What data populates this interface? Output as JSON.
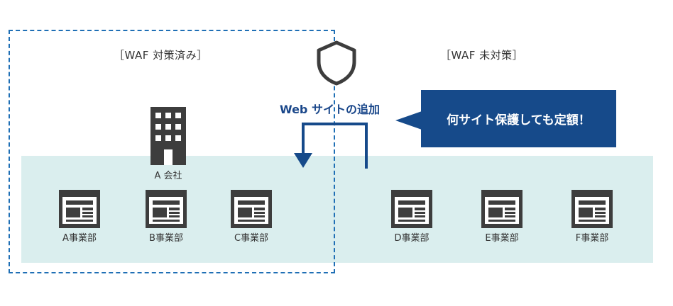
{
  "sections": {
    "protected_label": "［WAF 対策済み］",
    "unprotected_label": "［WAF 未対策］"
  },
  "web_add_label": "Web サイトの追加",
  "callout_text": "何サイト保護しても定額！",
  "company_label": "A 会社",
  "sites": [
    {
      "label": "A事業部"
    },
    {
      "label": "B事業部"
    },
    {
      "label": "C事業部"
    },
    {
      "label": "D事業部"
    },
    {
      "label": "E事業部"
    },
    {
      "label": "F事業部"
    }
  ],
  "icons": {
    "shield": "shield-icon",
    "building": "building-icon",
    "site": "website-window-icon"
  },
  "colors": {
    "accent": "#1f6fb5",
    "navy": "#164a8a",
    "band": "#daeeee",
    "icon": "#3d3d3d"
  }
}
